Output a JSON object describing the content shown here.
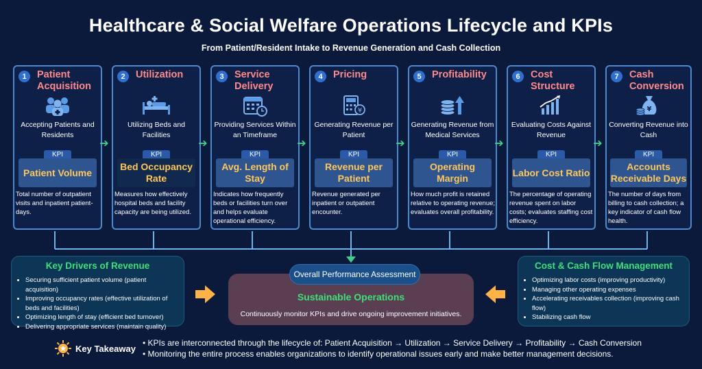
{
  "header": {
    "title": "Healthcare & Social Welfare Operations Lifecycle and KPIs",
    "subtitle": "From Patient/Resident Intake to Revenue Generation and Cash Collection"
  },
  "stages": [
    {
      "num": "1",
      "title": "Patient Acquisition",
      "icon": "people-medical-icon",
      "desc": "Accepting Patients and Residents",
      "kpi_tag": "KPI",
      "kpi": "Patient Volume",
      "detail": "Total number of outpatient visits and inpatient patient-days."
    },
    {
      "num": "2",
      "title": "Utilization",
      "icon": "hospital-bed-icon",
      "desc": "Utilizing Beds and Facilities",
      "kpi_tag": "KPI",
      "kpi": "Bed Occupancy Rate",
      "detail": "Measures how effectively hospital beds and facility capacity are being utilized."
    },
    {
      "num": "3",
      "title": "Service Delivery",
      "icon": "calendar-clock-icon",
      "desc": "Providing Services Within an Timeframe",
      "kpi_tag": "KPI",
      "kpi": "Avg. Length of Stay",
      "detail": "Indicates how frequently beds or facilities turn over and helps evaluate operational efficiency."
    },
    {
      "num": "4",
      "title": "Pricing",
      "icon": "calculator-yen-icon",
      "desc": "Generating Revenue per Patient",
      "kpi_tag": "KPI",
      "kpi": "Revenue per Patient",
      "detail": "Revenue generated per inpatient or outpatient encounter."
    },
    {
      "num": "5",
      "title": "Profitability",
      "icon": "coins-growth-icon",
      "desc": "Generating Revenue from Medical Services",
      "kpi_tag": "KPI",
      "kpi": "Operating Margin",
      "detail": "How much profit is retained relative to operating revenue; evaluates overall profitability."
    },
    {
      "num": "6",
      "title": "Cost Structure",
      "icon": "bar-chart-trend-icon",
      "desc": "Evaluating Costs Against Revenue",
      "kpi_tag": "KPI",
      "kpi": "Labor Cost Ratio",
      "detail": "The percentage of operating revenue spent on labor costs; evaluates staffing cost efficiency."
    },
    {
      "num": "7",
      "title": "Cash Conversion",
      "icon": "money-bag-icon",
      "desc": "Converting Revenue into Cash",
      "kpi_tag": "KPI",
      "kpi": "Accounts Receivable Days",
      "detail": "The number of days from billing to cash collection; a key indicator of cash flow health."
    }
  ],
  "drivers": {
    "title": "Key Drivers of Revenue",
    "items": [
      "Securing sufficient patient volume (patient acquisition)",
      "Improving occupancy rates (effective utilization of beds and facilities)",
      "Optimizing length of stay (efficient bed turnover)",
      "Delivering appropriate services (maintain quality)"
    ]
  },
  "center": {
    "pill": "Overall Performance Assessment",
    "title": "Sustainable Operations",
    "desc": "Continuously monitor KPIs and drive ongoing improvement initiatives."
  },
  "costs": {
    "title": "Cost & Cash Flow Management",
    "items": [
      "Optimizing labor costs (improving productivity)",
      "Managing other operating expenses",
      "Accelerating receivables collection (improving cash flow)",
      "Stabilizing cash flow"
    ]
  },
  "takeaway": {
    "label": "Key Takeaway",
    "items": [
      "KPIs are interconnected through the lifecycle of: Patient Acquisition → Utilization → Service Delivery → Profitability → Cash Conversion",
      "Monitoring the entire process enables organizations to identify operational issues early and make better management decisions."
    ]
  },
  "colors": {
    "background": "#0b1a3a",
    "stage_title": "#ff8a8a",
    "kpi_text": "#ffc75a",
    "green_accent": "#3fe07a",
    "arrow_orange": "#ffb347"
  }
}
